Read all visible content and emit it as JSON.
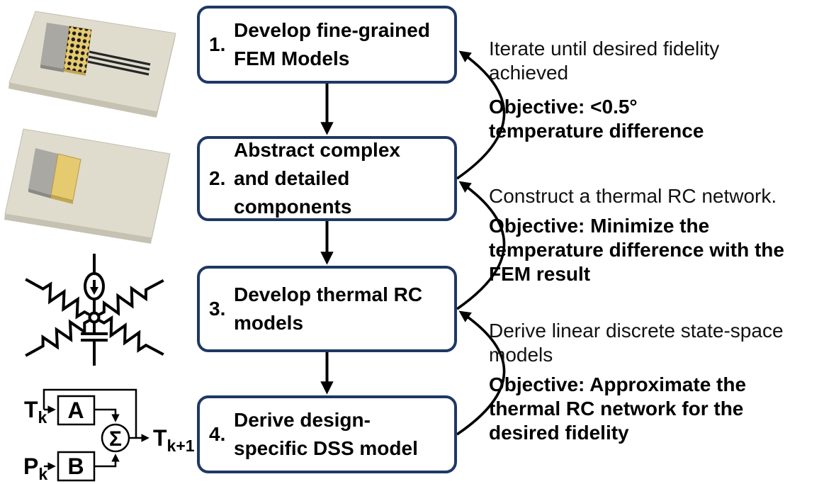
{
  "diagram_title": "Thermal modeling methodology flow",
  "colors": {
    "accent": "#1f3864",
    "ink": "#000000",
    "board": "#dfdcce",
    "board_side": "#c6c2b2",
    "block_gray": "#a9a8a3",
    "block_gold": "#e6ca70"
  },
  "steps": [
    {
      "number": "1.",
      "label": "Develop fine-grained\nFEM Models"
    },
    {
      "number": "2.",
      "label": "Abstract complex\nand detailed\ncomponents"
    },
    {
      "number": "3.",
      "label": "Develop thermal RC\nmodels"
    },
    {
      "number": "4.",
      "label": "Derive design-\nspecific DSS model"
    }
  ],
  "annotations": [
    {
      "note": "Iterate until desired fidelity\nachieved",
      "objective": "Objective: <0.5°\ntemperature difference"
    },
    {
      "note": "Construct a thermal RC network.",
      "objective": "Objective: Minimize the\ntemperature difference with the\nFEM result"
    },
    {
      "note": "Derive linear discrete state-space\nmodels",
      "objective": "Objective: Approximate the\nthermal RC network for the\ndesired fidelity"
    }
  ],
  "dss_diagram": {
    "input_temp": "T",
    "input_temp_sub": "k",
    "input_power": "P",
    "input_power_sub": "k",
    "matrix_a": "A",
    "matrix_b": "B",
    "sum_symbol": "Σ",
    "output": "T",
    "output_sub": "k+1"
  }
}
